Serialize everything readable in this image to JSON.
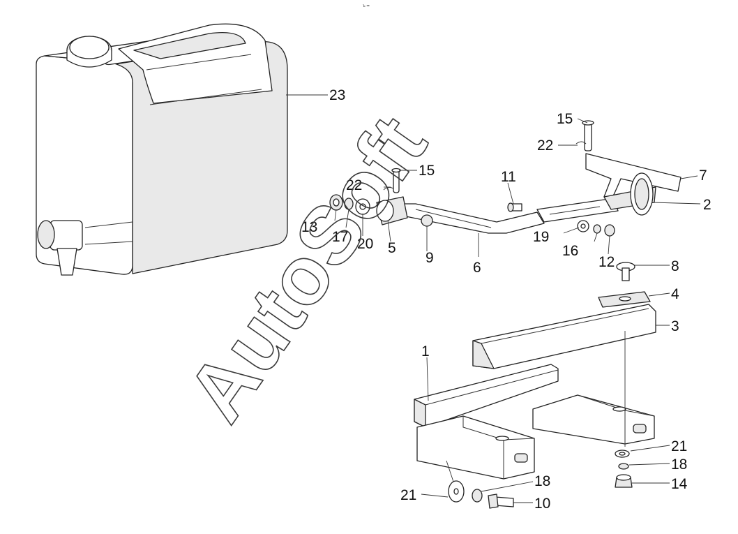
{
  "watermark": "AutoSoft",
  "top_mark": "ъ ▪▪",
  "callouts": {
    "c23": "23",
    "c15a": "15",
    "c22a": "22",
    "c7": "7",
    "c2": "2",
    "c11": "11",
    "c15b": "15",
    "c22b": "22",
    "c13": "13",
    "c17": "17",
    "c20": "20",
    "c5": "5",
    "c9": "9",
    "c6": "6",
    "c19": "19",
    "c16": "16",
    "c12": "12",
    "c8": "8",
    "c4": "4",
    "c3": "3",
    "c1": "1",
    "c21a": "21",
    "c18a": "18",
    "c14": "14",
    "c21b": "21",
    "c18b": "18",
    "c10": "10"
  }
}
